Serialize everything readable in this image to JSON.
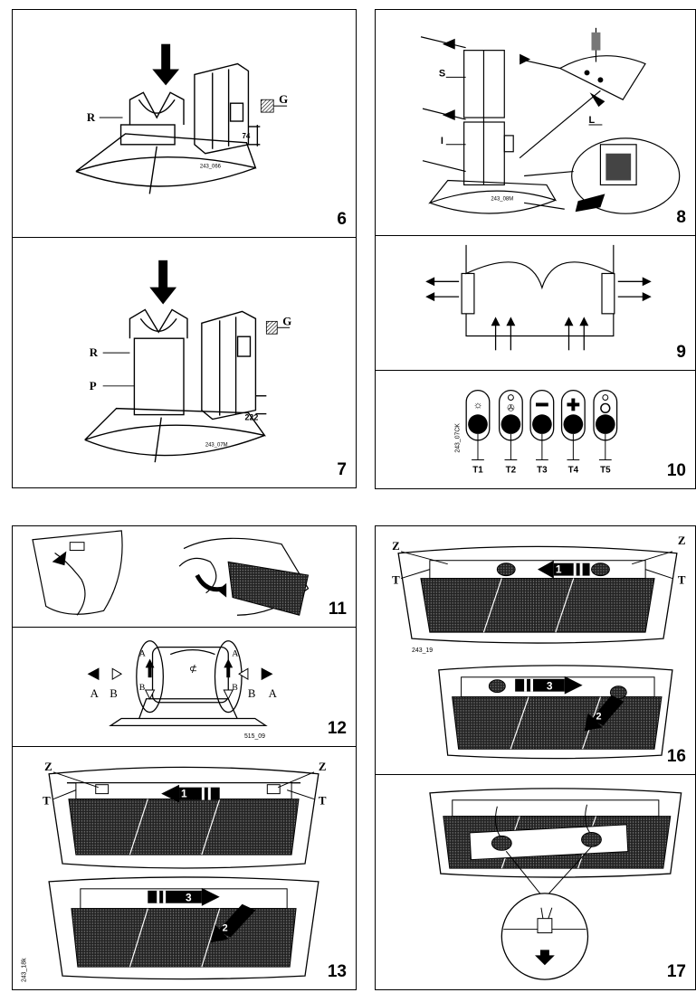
{
  "figures": {
    "f6": {
      "number": "6",
      "labels": {
        "R": "R",
        "G": "G",
        "dim": "74",
        "code": "243_066"
      }
    },
    "f7": {
      "number": "7",
      "labels": {
        "R": "R",
        "P": "P",
        "G": "G",
        "dim": "222",
        "code": "243_07M"
      }
    },
    "f8": {
      "number": "8",
      "labels": {
        "S": "S",
        "I": "I",
        "L": "L",
        "code": "243_08M"
      }
    },
    "f9": {
      "number": "9"
    },
    "f10": {
      "number": "10",
      "code": "243_07CK",
      "buttons": [
        "T1",
        "T2",
        "T3",
        "T4",
        "T5"
      ]
    },
    "f11": {
      "number": "11"
    },
    "f12": {
      "number": "12",
      "labels": {
        "A": "A",
        "B": "B",
        "code": "515_09"
      }
    },
    "f13": {
      "number": "13",
      "labels": {
        "Z": "Z",
        "T": "T",
        "step1": "1",
        "step2": "2",
        "step3": "3",
        "code": "243_18k"
      }
    },
    "f16": {
      "number": "16",
      "labels": {
        "Z": "Z",
        "T": "T",
        "step1": "1",
        "step2": "2",
        "step3": "3",
        "code": "243_19"
      }
    },
    "f17": {
      "number": "17"
    }
  }
}
